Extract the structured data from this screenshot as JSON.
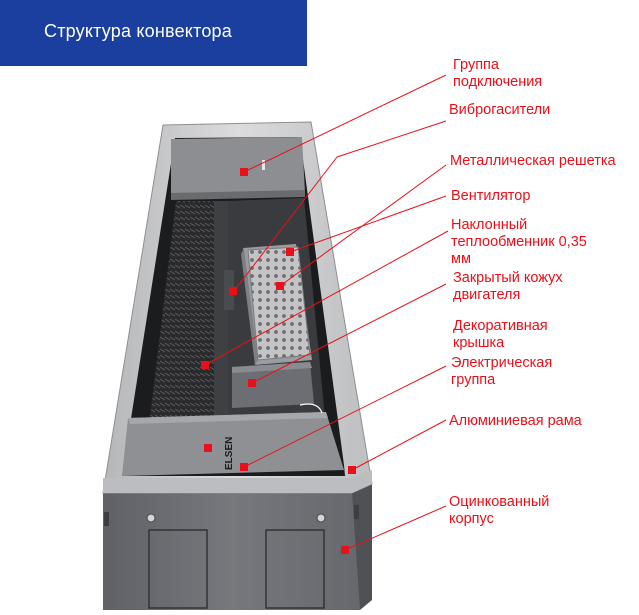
{
  "title": "Структура конвектора",
  "colors": {
    "header_bg": "#1a3f9e",
    "header_text": "#ffffff",
    "label_text": "#e8101a",
    "leader_line": "#e8101a",
    "marker": "#e8101a",
    "frame": "#c9c9c9",
    "body": "#6e7075"
  },
  "brand_mark": "ELSEN",
  "labels": [
    {
      "id": "connection-group",
      "text": "Группа\nподключения"
    },
    {
      "id": "vibration-dampers",
      "text": "Виброгасители"
    },
    {
      "id": "metal-grille",
      "text": "Металлическая решетка"
    },
    {
      "id": "fan",
      "text": "Вентилятор"
    },
    {
      "id": "heat-exchanger",
      "text": "Наклонный\nтеплообменник 0,35\nмм"
    },
    {
      "id": "motor-cover",
      "text": "Закрытый кожух\nдвигателя"
    },
    {
      "id": "decorative-lid",
      "text": "Декоративная\nкрышка"
    },
    {
      "id": "electrical-group",
      "text": "Электрическая\nгруппа"
    },
    {
      "id": "aluminium-frame",
      "text": "Алюминиевая рама"
    },
    {
      "id": "galvanized-body",
      "text": "Оцинкованный\nкорпус"
    }
  ]
}
